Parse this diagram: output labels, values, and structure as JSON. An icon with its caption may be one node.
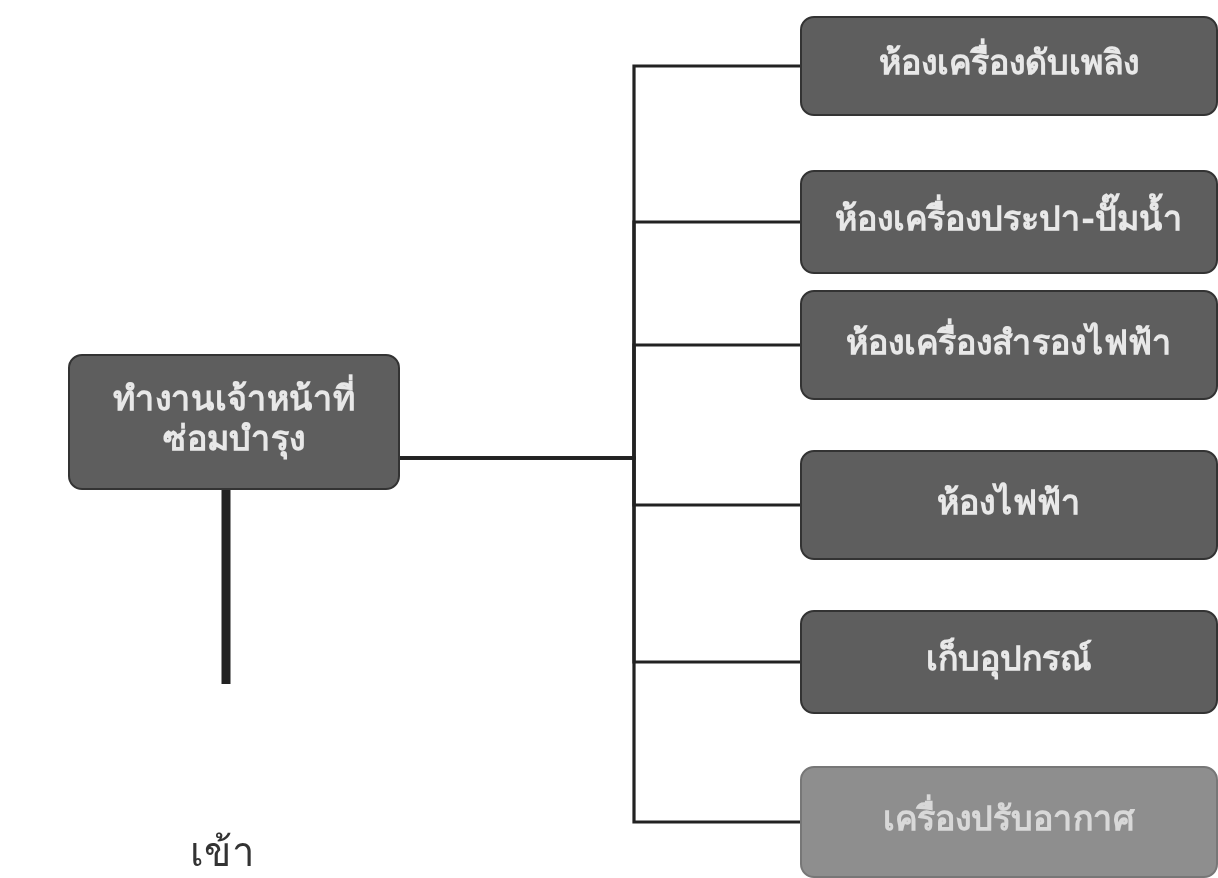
{
  "diagram": {
    "nodes": [
      {
        "text": [
          "ทำงานเจ้าหน้าที่ ซ่อมบำรุง"
        ]
      },
      {
        "text": [
          "ห้องเครื่องดับเพลิง"
        ]
      },
      {
        "text": [
          "ห้องเครื่องประปา-ปั๊มน้ำ"
        ]
      },
      {
        "text": [
          "ห้องเครื่องสำรองไฟฟ้า"
        ]
      },
      {
        "text": [
          "ห้องไฟฟ้า"
        ]
      },
      {
        "text": [
          "เก็บอุปกรณ์"
        ]
      },
      {
        "text": [
          "เครื่องปรับอากาศ"
        ]
      }
    ],
    "edges": [
      {
        "from": 0,
        "to": 1,
        "arrow": "none"
      },
      {
        "from": 0,
        "to": 2,
        "arrow": "none"
      },
      {
        "from": 0,
        "to": 3,
        "arrow": "none"
      },
      {
        "from": 0,
        "to": 4,
        "arrow": "none"
      },
      {
        "from": 0,
        "to": 5,
        "arrow": "none"
      },
      {
        "from": 0,
        "to": 6,
        "arrow": "none"
      },
      {
        "from": 0,
        "to": null,
        "arrow": "none",
        "style": "thick"
      }
    ],
    "labels": [
      "เข้า"
    ]
  }
}
